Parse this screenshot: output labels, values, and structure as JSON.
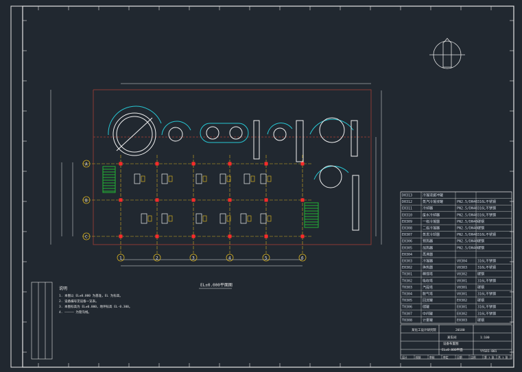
{
  "drawing": {
    "plan_title": "EL±0.000平面图",
    "notes_heading": "说明",
    "notes": [
      "1. 本图以 EL±0.000 为基准，EL 为标高。",
      "2. 设备编号见设备一览表。",
      "3. 本图标高为 EL±0.000，地坪标高 EL-0.300。",
      "4. ————— 为管沟线。"
    ],
    "axis_columns": [
      "1",
      "2",
      "3",
      "4",
      "5",
      "6"
    ],
    "axis_rows": [
      "A",
      "B",
      "C"
    ]
  },
  "equipment_table": {
    "rows": [
      [
        "D0313",
        "冷凝液缓冲罐",
        "",
        ""
      ],
      [
        "D0312",
        "蒸汽冷凝液罐",
        "PN2.5/DN40",
        "316L不锈钢"
      ],
      [
        "E0311",
        "冷却器",
        "PN2.5/DN40",
        "316L不锈钢"
      ],
      [
        "E0310",
        "废水冷却器",
        "PN2.5/DN40",
        "316L不锈钢"
      ],
      [
        "E0309",
        "一级冷凝器",
        "PN2.5/DN40",
        "碳钢"
      ],
      [
        "E0308",
        "二级冷凝器",
        "PN2.5/DN40",
        "碳钢"
      ],
      [
        "E0307",
        "蒸发冷却器",
        "PN2.5/DN40",
        "316L不锈钢"
      ],
      [
        "E0306",
        "预热器",
        "PN2.5/DN40",
        "碳钢"
      ],
      [
        "E0305",
        "加热器",
        "PN2.5/DN40",
        "碳钢"
      ],
      [
        "E0304",
        "再沸器",
        "",
        ""
      ],
      [
        "E0303",
        "冷凝器",
        "V0304",
        "316L不锈钢"
      ],
      [
        "E0302",
        "换热器",
        "V0303",
        "316L不锈钢"
      ],
      [
        "T0301",
        "精馏塔",
        "V0302",
        "碳钢"
      ],
      [
        "T0302",
        "吸收塔",
        "V0301",
        "316L不锈钢"
      ],
      [
        "T0303",
        "汽提塔",
        "V0301",
        "碳钢"
      ],
      [
        "T0304",
        "脱气塔",
        "V0301",
        "316L不锈钢"
      ],
      [
        "T0305",
        "回流罐",
        "E0302",
        "碳钢"
      ],
      [
        "T0306",
        "储罐",
        "E0301",
        "316L不锈钢"
      ],
      [
        "T0307",
        "中间罐",
        "E0302",
        "316L不锈钢"
      ],
      [
        "T0308",
        "计量罐",
        "E0303",
        "碳钢"
      ]
    ],
    "title_block": {
      "institute": "某化工设计研究院",
      "project": "20180",
      "drawing_name_line1": "某车间",
      "drawing_name_line2": "设备布置图",
      "drawing_name_line3": "EL±0.000平面",
      "scale": "1:100",
      "drawing_no": "YYS81-001",
      "footer": [
        "设计",
        "校核",
        "审核",
        "审定",
        "日期",
        "比例",
        "第 1 张",
        "共 1 张"
      ]
    }
  },
  "colors": {
    "background": "#212830",
    "frame": "#e6e6e6",
    "wall": "#8b3a34",
    "grid": "#d6b021",
    "column": "#ff2a2a",
    "equipment": "#f2f2f2",
    "circle_cyan": "#27c7d4",
    "stair_green": "#23b535",
    "dim_line": "#e8e8e8"
  }
}
